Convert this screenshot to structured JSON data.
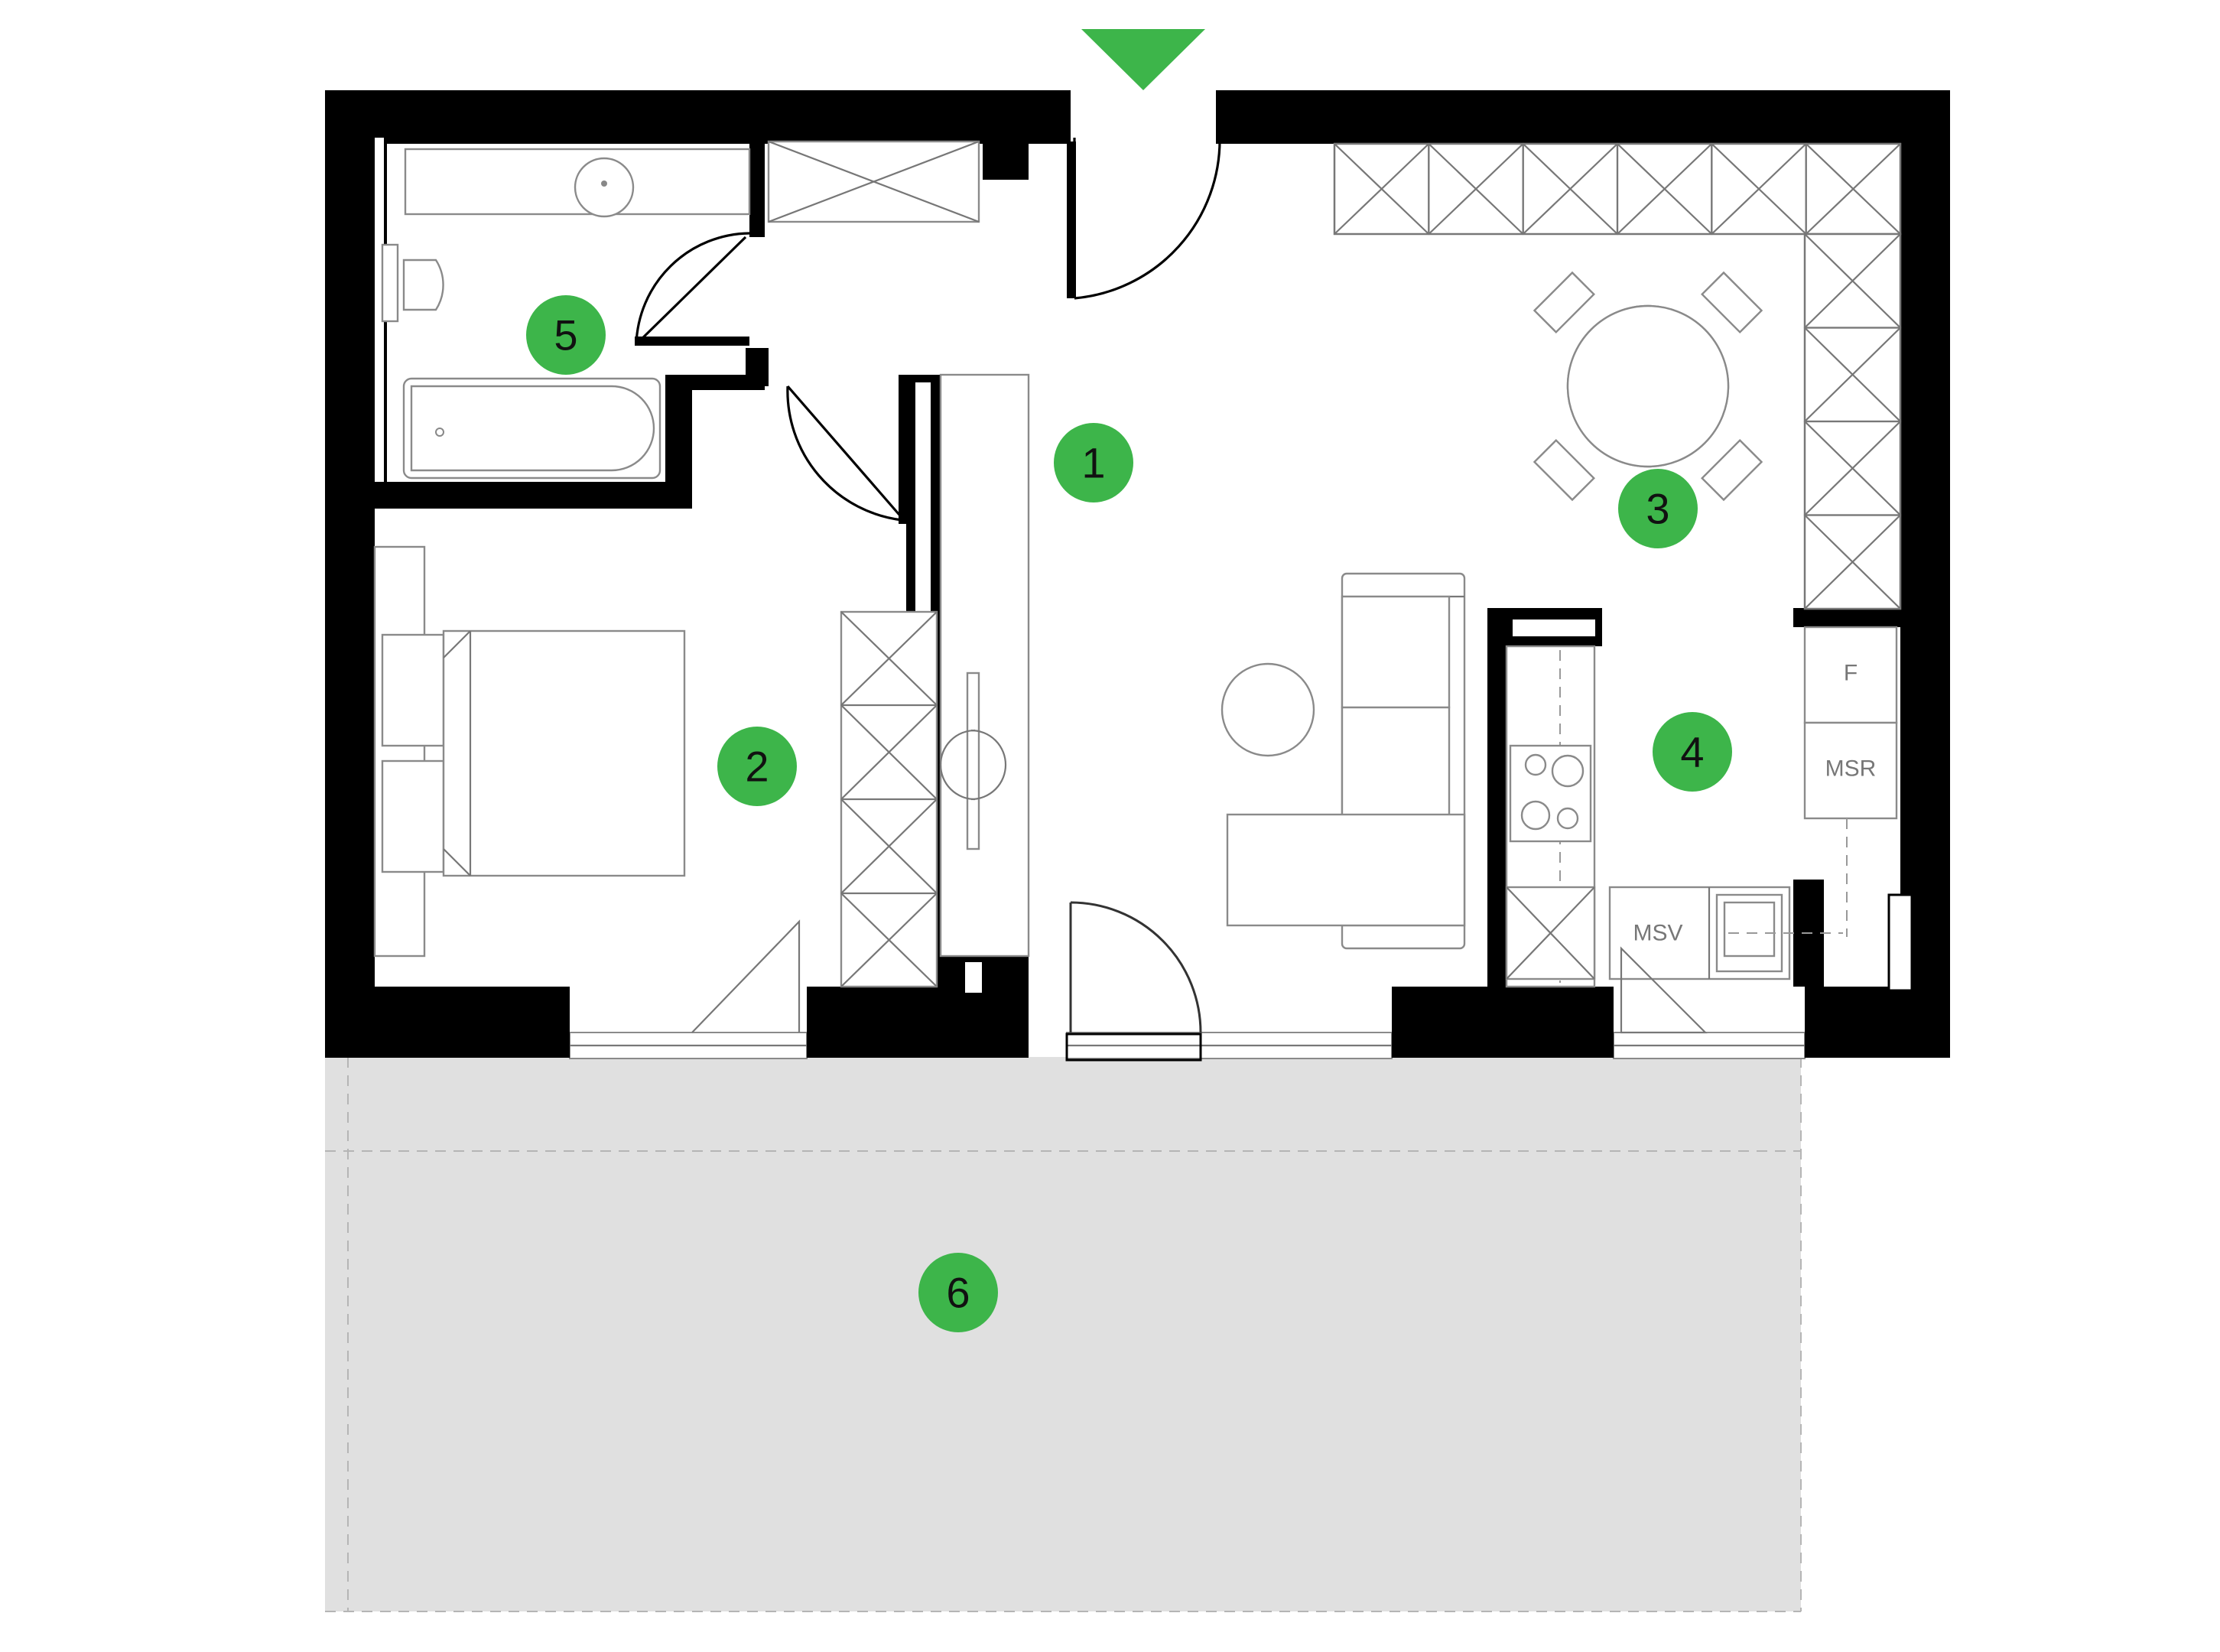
{
  "plan": {
    "entrance_marker": {
      "color": "#3db54a",
      "icon": "entrance-triangle-icon"
    },
    "badge_color": "#3db54a",
    "terrace_color": "#e0e0e0",
    "rooms": [
      {
        "id": "1",
        "label": "1"
      },
      {
        "id": "2",
        "label": "2"
      },
      {
        "id": "3",
        "label": "3"
      },
      {
        "id": "4",
        "label": "4"
      },
      {
        "id": "5",
        "label": "5"
      },
      {
        "id": "6",
        "label": "6"
      }
    ],
    "appliances": {
      "fridge": "F",
      "dishwasher": "MSR",
      "washing_machine": "MSV"
    }
  }
}
